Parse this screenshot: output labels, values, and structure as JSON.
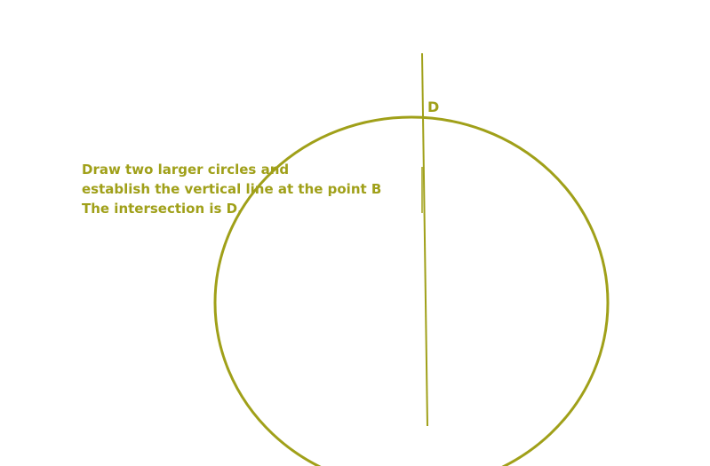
{
  "colors": {
    "stroke": "#a0a019",
    "text": "#a0a019",
    "background": "#ffffff"
  },
  "instructions": {
    "line1": "Draw two larger circles and",
    "line2": "establish the vertical line at the point B",
    "line3": "The intersection is D."
  },
  "labels": {
    "point_d": "D"
  }
}
